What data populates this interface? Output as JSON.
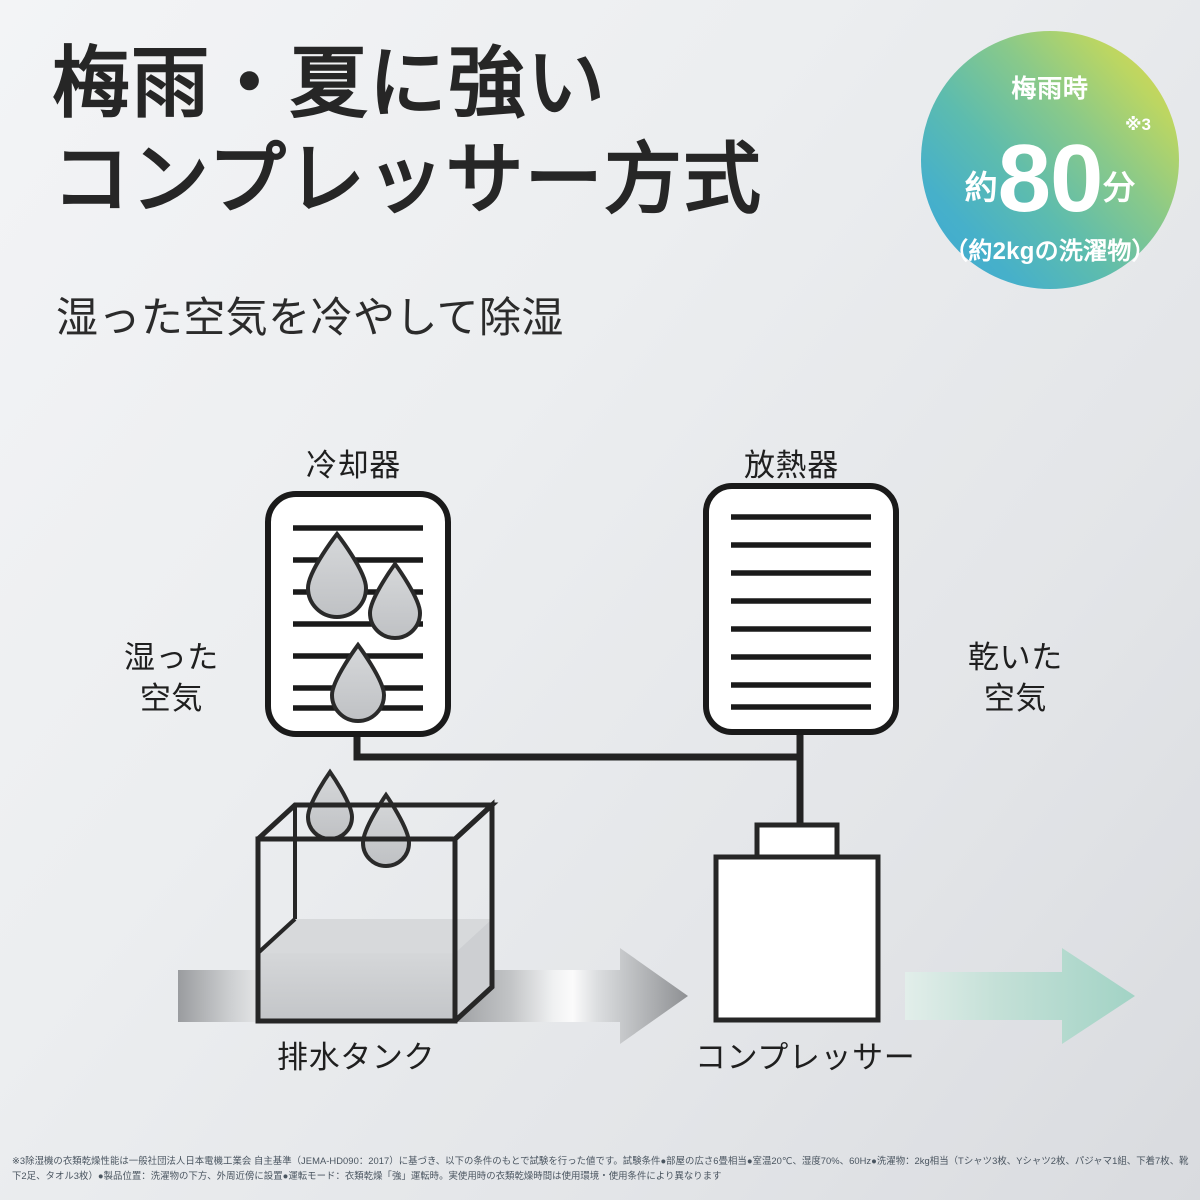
{
  "headline": {
    "line1": "梅雨・夏に強い",
    "line2": "コンプレッサー方式",
    "sub": "湿った空気を冷やして除湿"
  },
  "badge": {
    "top_label": "梅雨時",
    "approx": "約",
    "number": "80",
    "unit": "分",
    "note": "※3",
    "bottom_label": "（約2kgの洗濯物）",
    "gradient_from": "#3ea8d6",
    "gradient_to": "#e4d84b"
  },
  "diagram": {
    "cooler_label": "冷却器",
    "radiator_label": "放熱器",
    "wet_air_label_1": "湿った",
    "wet_air_label_2": "空気",
    "dry_air_label_1": "乾いた",
    "dry_air_label_2": "空気",
    "tank_label": "排水タンク",
    "compressor_label": "コンプレッサー",
    "wet_arrow_color": "#8e9093",
    "dry_arrow_color": "#a9d6c9",
    "droplet_fill": "#c9cbcd",
    "line_color": "#222222",
    "cooler_fin_count": 7,
    "radiator_fin_count": 8,
    "cooler_droplet_count": 3,
    "tank_droplet_count": 2
  },
  "footnote": {
    "text": "※3除湿機の衣類乾燥性能は一般社団法人日本電機工業会 自主基準（JEMA-HD090：2017）に基づき、以下の条件のもとで試験を行った値です。試験条件●部屋の広さ6畳相当●室温20℃、湿度70%、60Hz●洗濯物：2kg相当（Tシャツ3枚、Yシャツ2枚、パジャマ1組、下着7枚、靴下2足、タオル3枚）●製品位置：洗濯物の下方、外周近傍に設置●運転モード：衣類乾燥「強」運転時。実使用時の衣類乾燥時間は使用環境・使用条件により異なります"
  }
}
